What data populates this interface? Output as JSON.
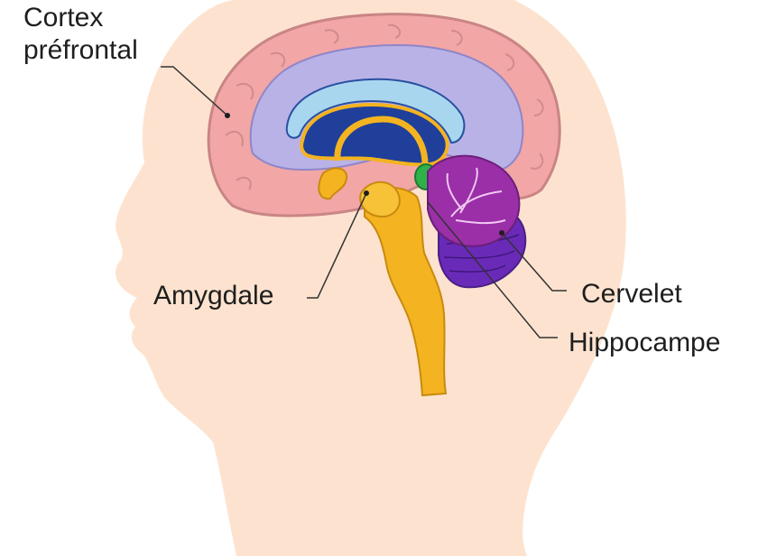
{
  "labels": {
    "cortex_line1": "Cortex",
    "cortex_line2": "préfrontal",
    "amygdale": "Amygdale",
    "cervelet": "Cervelet",
    "hippocampe": "Hippocampe"
  },
  "colors": {
    "skin": "#fde3cf",
    "cortex": "#f2a6a6",
    "cortex_outline": "#c98585",
    "white_matter": "#b9b2e6",
    "corpus_callosum": "#a8d6ef",
    "ventricle": "#1f3f9a",
    "limbic": "#f4b320",
    "cerebellum": "#9a2fa8",
    "cerebellum_dark": "#6a2ab8",
    "green_structure": "#2fb14a",
    "leader_line": "#333333"
  }
}
